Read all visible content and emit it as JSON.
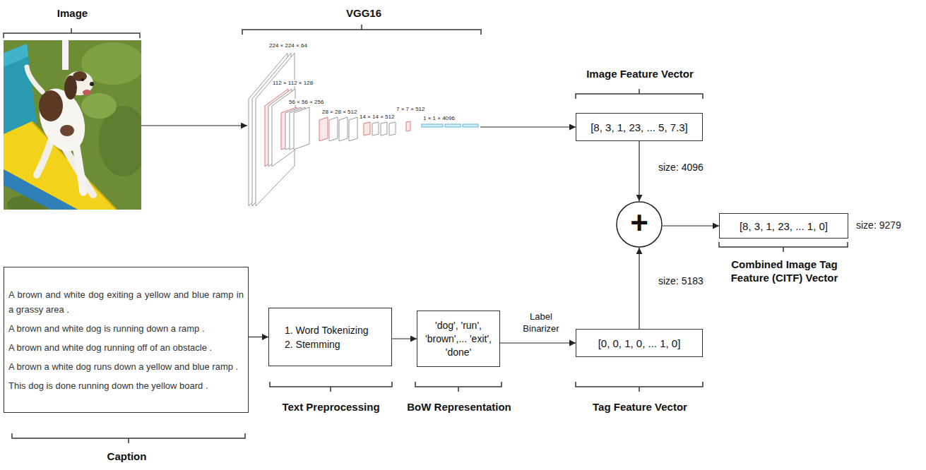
{
  "diagram": {
    "nodes": [
      {
        "text": [
          "Image"
        ]
      },
      {
        "text": [
          "VGG16"
        ]
      },
      {
        "text": [
          "Image Feature Vector",
          "[8, 3, 1, 23, ... 5, 7.3]"
        ]
      },
      {
        "text": [
          "+"
        ]
      },
      {
        "text": [
          "[8, 3, 1, 23, ... 1, 0]",
          "Combined Image Tag Feature (CITF) Vector"
        ]
      },
      {
        "text": [
          "A brown and white dog exiting a yellow and blue ramp in a grassy area .",
          "A brown and white dog is running down a ramp .",
          "A brown and white dog running off of an obstacle .",
          "A brown a white dog runs down a yellow and blue ramp .",
          "This dog is done running down the yellow board .",
          "Caption"
        ]
      },
      {
        "text": [
          "1. Word Tokenizing",
          "2. Stemming",
          "Text Preprocessing"
        ]
      },
      {
        "text": [
          "'dog', 'run', 'brown',... 'exit', 'done'",
          "BoW Representation"
        ]
      },
      {
        "text": [
          "[0, 0, 1, 0, ... 1, 0]",
          "Tag Feature Vector"
        ]
      }
    ],
    "edges": [
      {
        "from": 0,
        "to": 1,
        "arrow": "to"
      },
      {
        "from": 1,
        "to": 2,
        "arrow": "to"
      },
      {
        "from": 2,
        "to": 3,
        "arrow": "to",
        "label": "size: 4096"
      },
      {
        "from": 3,
        "to": 4,
        "arrow": "to"
      },
      {
        "from": 5,
        "to": 6,
        "arrow": "to"
      },
      {
        "from": 6,
        "to": 7,
        "arrow": "to"
      },
      {
        "from": 7,
        "to": 8,
        "arrow": "to",
        "label": "Label Binarizer"
      },
      {
        "from": 8,
        "to": 3,
        "arrow": "to",
        "label": "size: 5183"
      }
    ],
    "labels": [
      "224 × 224 × 64",
      "112 × 112 × 128",
      "56 × 56 × 256",
      "28 × 28 × 512",
      "14 × 14 × 512",
      "7 × 7 × 512",
      "1 × 1 × 4096",
      "size: 9279"
    ]
  }
}
